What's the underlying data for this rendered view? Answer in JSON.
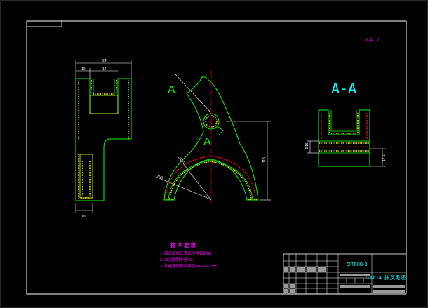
{
  "drawing": {
    "section_label": "A-A",
    "cut_label_top": "A",
    "cut_label_bottom": "A",
    "surface_note": "其余",
    "roughness_value": "√",
    "dims": {
      "width_total": "24",
      "width_inner": "10",
      "width_slot": "14",
      "height_main": "115",
      "base_width": "10",
      "radius_outer": "R50",
      "radius_inner": "R49",
      "section_height": "Φ16",
      "section_width": "17.5"
    }
  },
  "tech_requirements": {
    "title": "技术要求",
    "items": [
      "1. 锻造后加工表面不得有裂纹。",
      "2. 未注圆角半径R3。",
      "3. 热处理调质后硬度HBS241-285。"
    ]
  },
  "title_block": {
    "material": "QT600-3",
    "part_name": "CA6140拨叉毛坯"
  },
  "colors": {
    "background": "#000000",
    "frame": "#ffffff",
    "part": "#00ff00",
    "dimension": "#ffffff",
    "section_label": "#00ffff",
    "centerline": "#ff0000",
    "hatch": "#ffff00",
    "tech_text": "#ff00ff"
  }
}
